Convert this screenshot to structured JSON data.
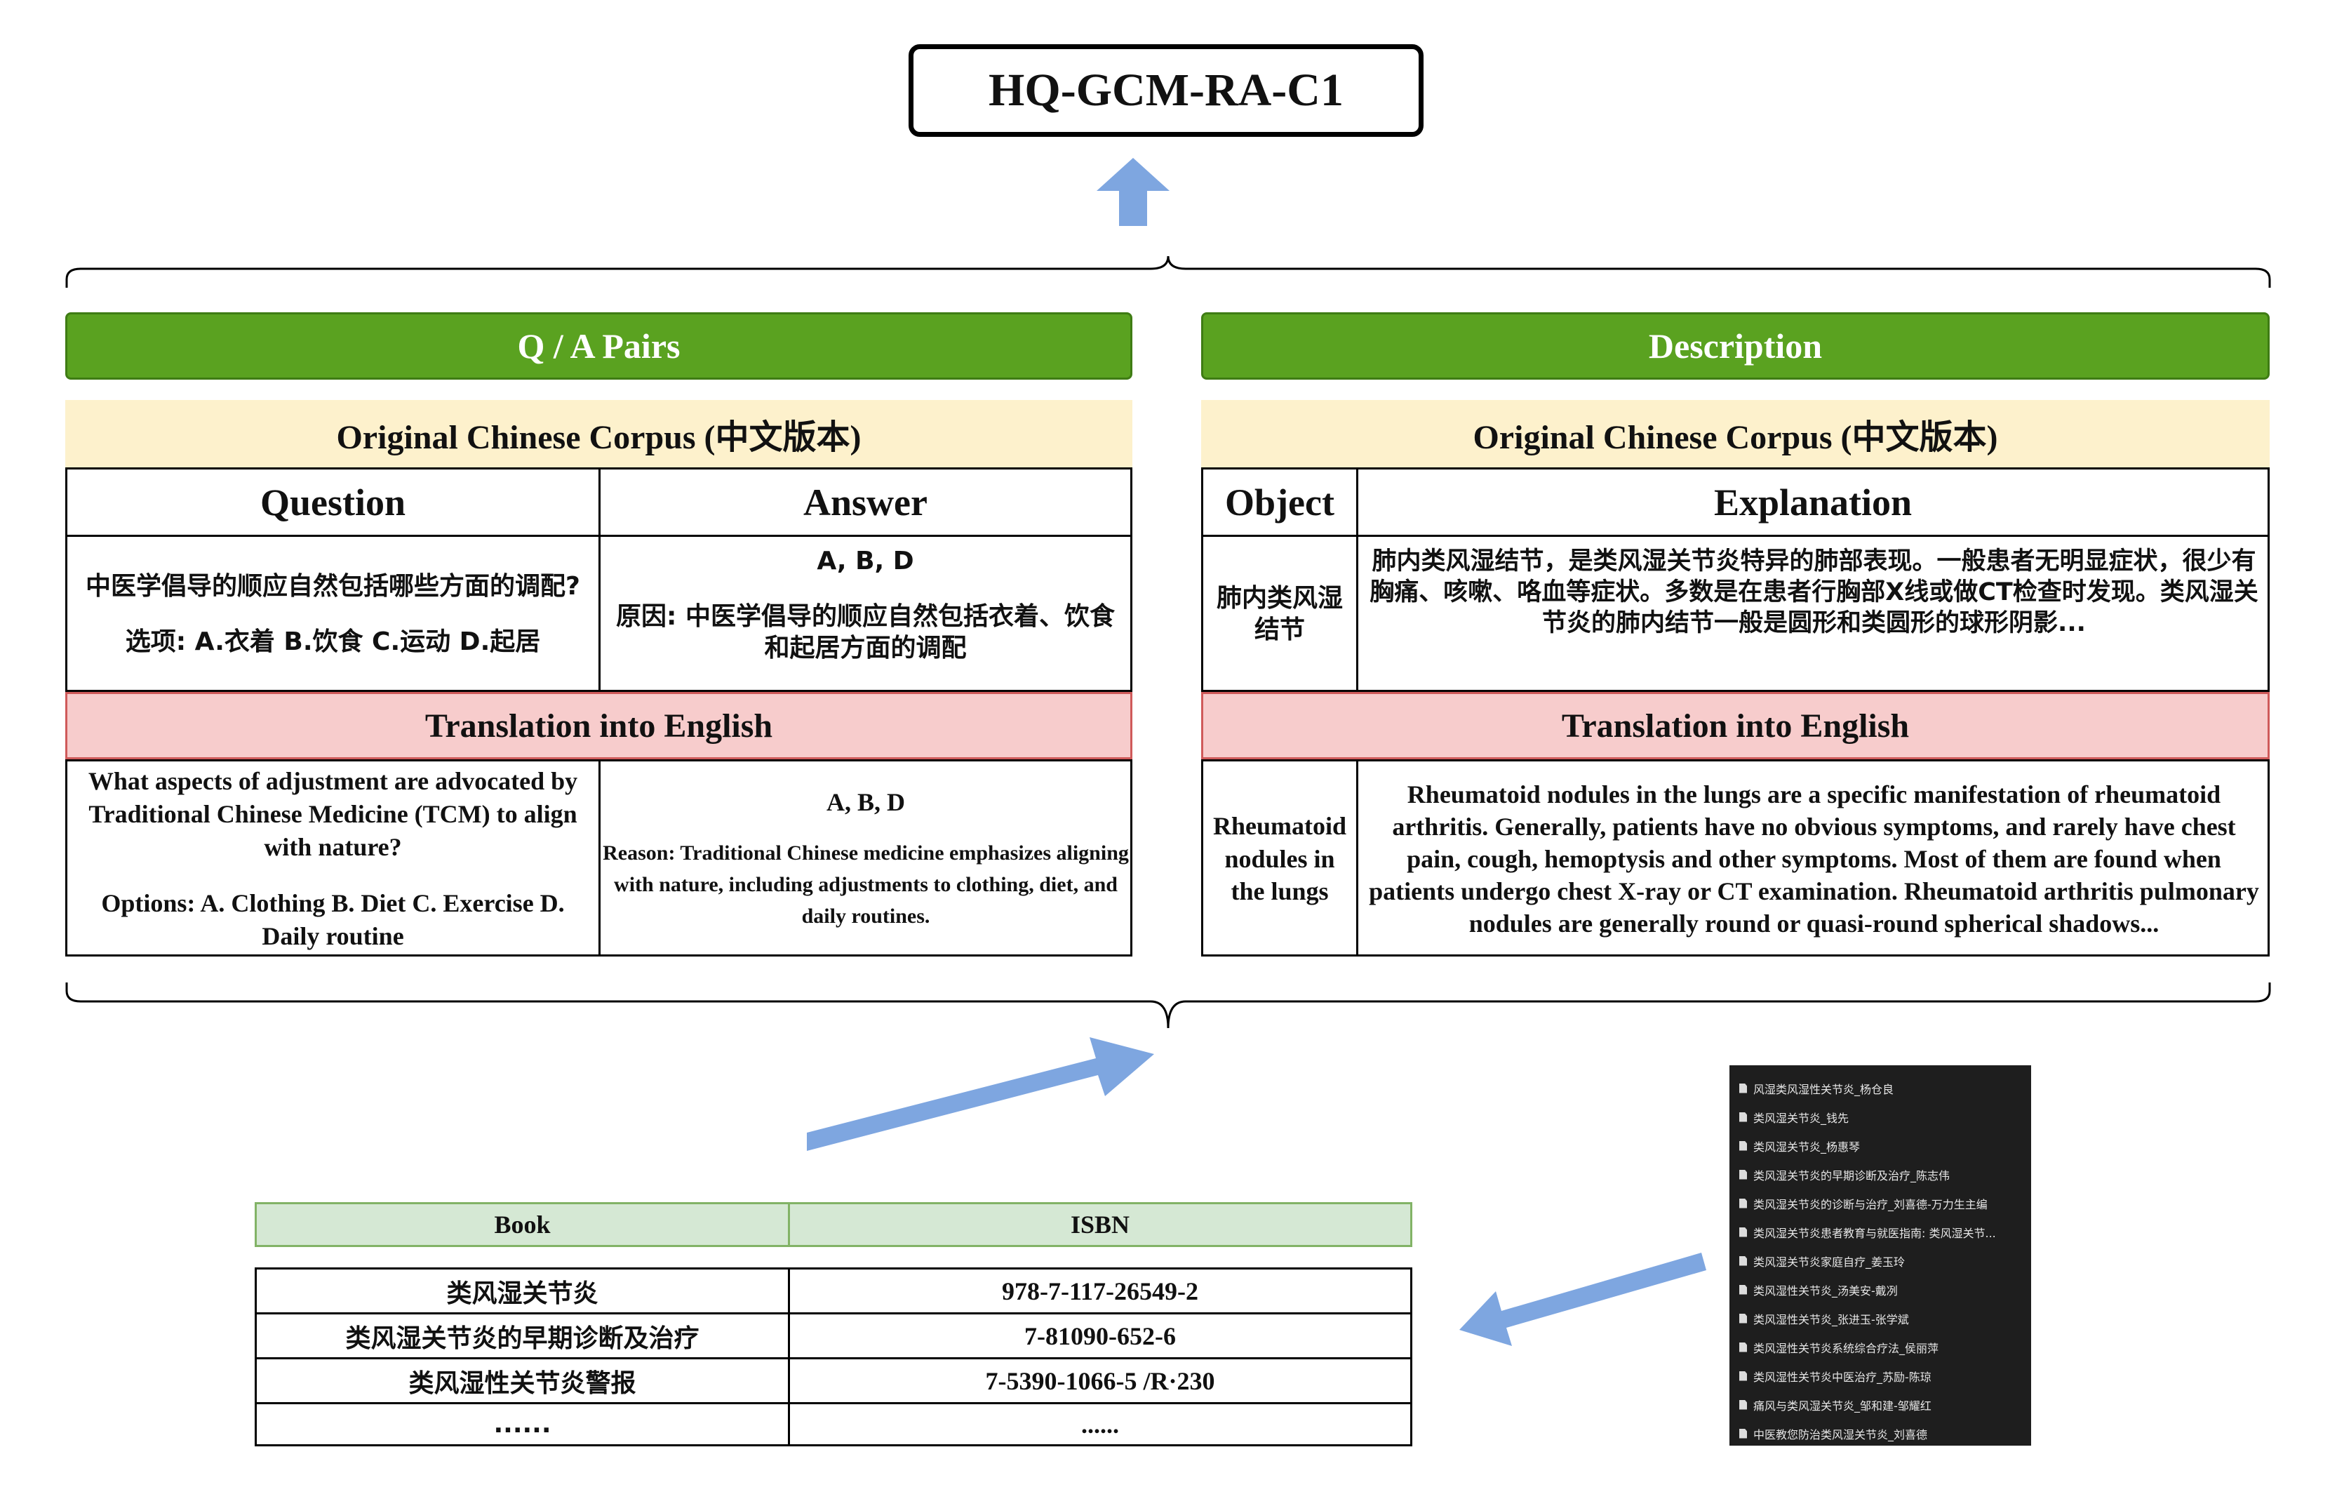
{
  "title": "HQ-GCM-RA-C1",
  "qa": {
    "banner": "Q / A Pairs",
    "corpus_label": "Original Chinese Corpus (中文版本)",
    "question_header": "Question",
    "answer_header": "Answer",
    "zh_question": "中医学倡导的顺应自然包括哪些方面的调配?",
    "zh_options": "选项: A.衣着 B.饮食 C.运动 D.起居",
    "zh_answer": "A, B, D",
    "zh_reason": "原因: 中医学倡导的顺应自然包括衣着、饮食和起居方面的调配",
    "translation_label": "Translation into English",
    "en_question": "What aspects of adjustment are advocated by Traditional Chinese Medicine (TCM) to align with nature?",
    "en_options": "Options: A. Clothing B. Diet C. Exercise D. Daily routine",
    "en_answer": "A, B, D",
    "en_reason": "Reason: Traditional Chinese medicine emphasizes aligning with nature, including adjustments to clothing, diet, and daily routines."
  },
  "desc": {
    "banner": "Description",
    "corpus_label": "Original Chinese Corpus (中文版本)",
    "object_header": "Object",
    "explanation_header": "Explanation",
    "zh_object": "肺内类风湿结节",
    "zh_explanation": "肺内类风湿结节，是类风湿关节炎特异的肺部表现。一般患者无明显症状，很少有胸痛、咳嗽、咯血等症状。多数是在患者行胸部X线或做CT检查时发现。类风湿关节炎的肺内结节一般是圆形和类圆形的球形阴影...",
    "translation_label": "Translation into English",
    "en_object": "Rheumatoid nodules in the lungs",
    "en_explanation": "Rheumatoid nodules in the lungs are a specific manifestation of rheumatoid arthritis. Generally, patients have no obvious symptoms, and rarely have chest pain, cough, hemoptysis and other symptoms. Most of them are found when patients undergo chest X-ray or CT examination. Rheumatoid arthritis pulmonary nodules are generally round or quasi-round spherical shadows..."
  },
  "books": {
    "header_book": "Book",
    "header_isbn": "ISBN",
    "rows": [
      {
        "book": "类风湿关节炎",
        "isbn": "978-7-117-26549-2"
      },
      {
        "book": "类风湿关节炎的早期诊断及治疗",
        "isbn": "7-81090-652-6"
      },
      {
        "book": "类风湿性关节炎警报",
        "isbn": "7-5390-1066-5 /R·230"
      },
      {
        "book": "......",
        "isbn": "......"
      }
    ]
  },
  "files": [
    "风湿类风湿性关节炎_杨仓良",
    "类风湿关节炎_钱先",
    "类风湿关节炎_杨惠琴",
    "类风湿关节炎的早期诊断及治疗_陈志伟",
    "类风湿关节炎的诊断与治疗_刘喜德-万力生主编",
    "类风湿关节炎患者教育与就医指南: 类风湿关节...",
    "类风湿关节炎家庭自疗_姜玉玲",
    "类风湿性关节炎_汤美安-戴冽",
    "类风湿性关节炎_张进玉-张学斌",
    "类风湿性关节炎系统综合疗法_侯丽萍",
    "类风湿性关节炎中医治疗_苏励-陈琼",
    "痛风与类风湿关节炎_邹和建-邹耀红",
    "中医教您防治类风湿关节炎_刘喜德"
  ],
  "colors": {
    "banner_green": "#5aa220",
    "corpus_yellow": "#fdf1cc",
    "translation_pink": "#f7cccc",
    "arrow_blue": "#7ea6e0",
    "book_header_green": "#d5e8d4"
  }
}
